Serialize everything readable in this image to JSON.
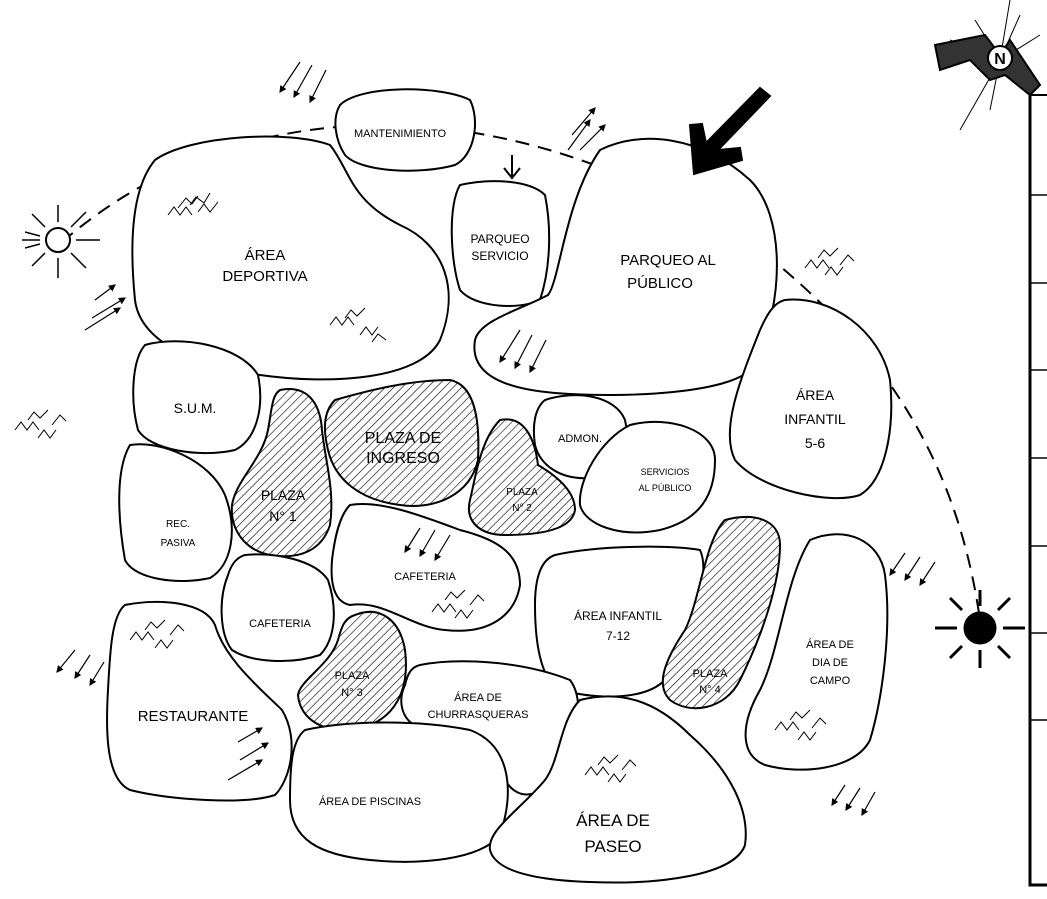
{
  "zones": {
    "mantenimiento": "MANTENIMIENTO",
    "area_deportiva": [
      "ÁREA",
      "DEPORTIVA"
    ],
    "parqueo_servicio": [
      "PARQUEO",
      "SERVICIO"
    ],
    "parqueo_publico": [
      "PARQUEO AL",
      "PÚBLICO"
    ],
    "sum": "S.U.M.",
    "plaza_ingreso": [
      "PLAZA DE",
      "INGRESO"
    ],
    "admon": "ADMON.",
    "servicios_publico": [
      "SERVICIOS",
      "AL PÚBLICO"
    ],
    "area_infantil_5_6": [
      "ÁREA",
      "INFANTIL",
      "5-6"
    ],
    "rec_pasiva": [
      "REC.",
      "PASIVA"
    ],
    "plaza_1": [
      "PLAZA",
      "N° 1"
    ],
    "plaza_2": [
      "PLAZA",
      "N° 2"
    ],
    "cafeteria_center": "CAFETERIA",
    "cafeteria_left": "CAFETERIA",
    "area_infantil_7_12": [
      "ÁREA INFANTIL",
      "7-12"
    ],
    "plaza_4": [
      "PLAZA",
      "N° 4"
    ],
    "area_dia_campo": [
      "ÁREA DE",
      "DIA DE",
      "CAMPO"
    ],
    "plaza_3": [
      "PLAZA",
      "N° 3"
    ],
    "restaurante": "RESTAURANTE",
    "area_churrasqueras": [
      "ÁREA DE",
      "CHURRASQUERAS"
    ],
    "area_piscinas": "ÁREA DE PISCINAS",
    "area_paseo": [
      "ÁREA DE",
      "PASEO"
    ]
  },
  "north_label": "N",
  "icons": [
    "sun-rise-icon",
    "sun-set-icon",
    "north-arrow-icon",
    "wind-arrow-icon",
    "vegetation-icon"
  ],
  "colors": {
    "line": "#000000",
    "background": "#ffffff"
  }
}
